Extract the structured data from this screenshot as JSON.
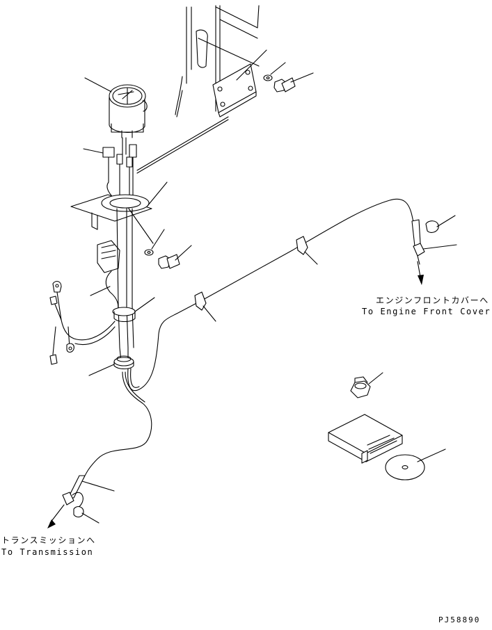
{
  "callouts": {
    "to_engine_front_cover_jp": "エンジンフロントカバーへ",
    "to_engine_front_cover_en": "To Engine Front Cover",
    "to_transmission_jp": "トランスミッションへ",
    "to_transmission_en": "To Transmission"
  },
  "drawing_number": "PJ58890"
}
